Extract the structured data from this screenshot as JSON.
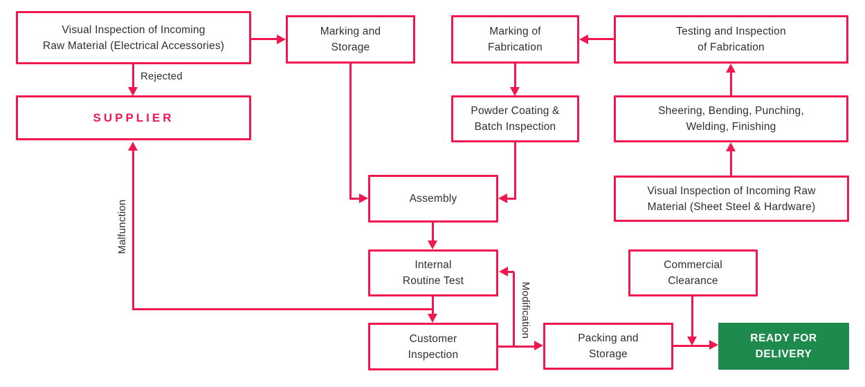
{
  "colors": {
    "accent": "#F1174F",
    "success": "#1E8A4E",
    "ink": "#2E2E2E"
  },
  "nodes": {
    "visual_electrical": {
      "label": "Visual Inspection of Incoming\nRaw Material (Electrical Accessories)"
    },
    "marking_storage": {
      "label": "Marking and\nStorage"
    },
    "marking_fabrication": {
      "label": "Marking of\nFabrication"
    },
    "testing_inspection": {
      "label": "Testing and Inspection\nof Fabrication"
    },
    "supplier": {
      "label": "SUPPLIER"
    },
    "powder_coating": {
      "label": "Powder Coating &\nBatch Inspection"
    },
    "sheering": {
      "label": "Sheering, Bending, Punching,\nWelding, Finishing"
    },
    "visual_sheet_steel": {
      "label": "Visual Inspection of Incoming Raw\nMaterial (Sheet Steel & Hardware)"
    },
    "assembly": {
      "label": "Assembly"
    },
    "internal_routine": {
      "label": "Internal\nRoutine Test"
    },
    "customer_inspection": {
      "label": "Customer\nInspection"
    },
    "commercial_clearance": {
      "label": "Commercial\nClearance"
    },
    "packing_storage": {
      "label": "Packing and\nStorage"
    },
    "ready_delivery": {
      "label": "READY FOR\nDELIVERY"
    }
  },
  "edge_labels": {
    "rejected": "Rejected",
    "malfunction": "Malfunction",
    "modification": "Modification"
  }
}
